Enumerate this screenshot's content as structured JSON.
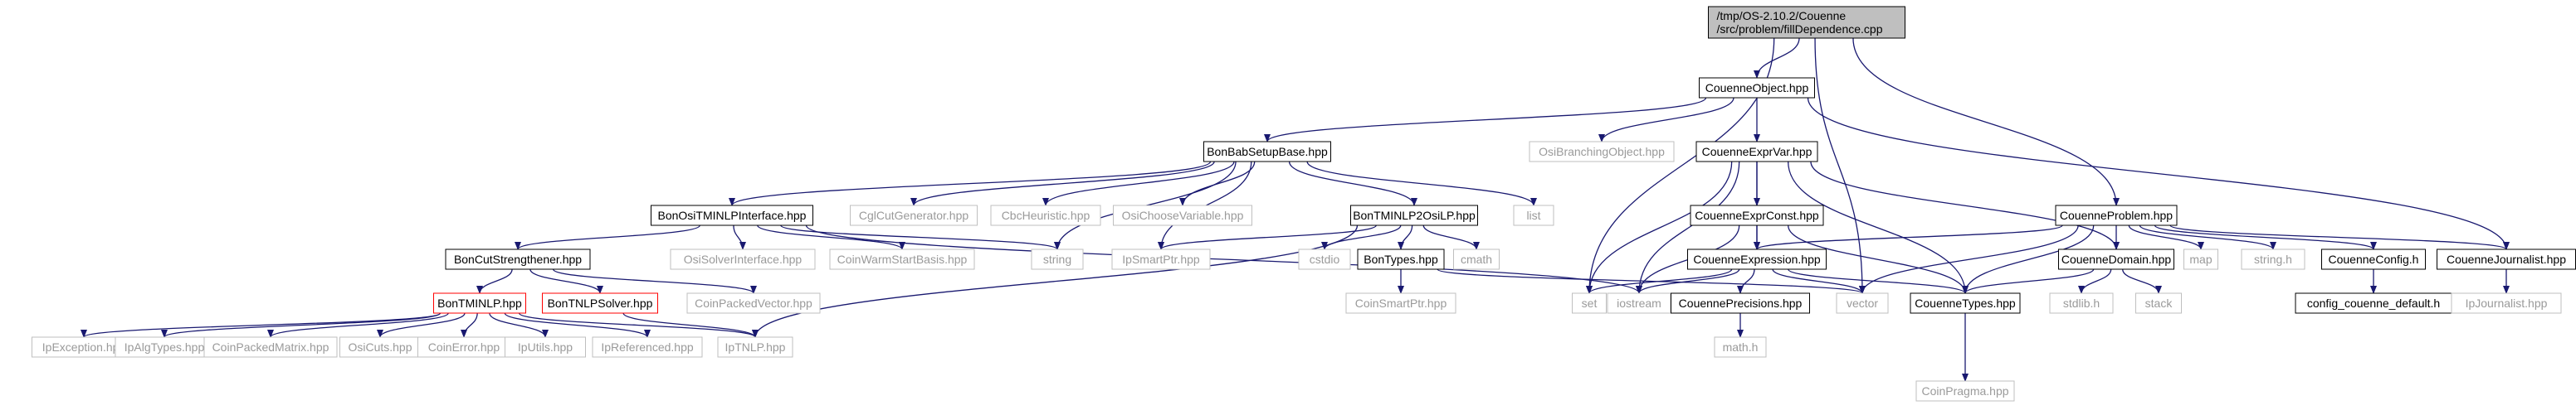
{
  "colors": {
    "edge": "#191970",
    "root_fill": "#bfbfbf",
    "node_border": "#000000",
    "external_border": "#bfbfbf",
    "external_text": "#9a9a9a",
    "truncated_border": "#ff0000",
    "node_fill": "#ffffff"
  },
  "nodes": [
    {
      "id": "root",
      "lines": [
        "/tmp/OS-2.10.2/Couenne",
        "/src/problem/fillDependence.cpp"
      ],
      "kind": "root"
    },
    {
      "id": "CouenneObject",
      "lines": [
        "CouenneObject.hpp"
      ],
      "kind": "doc"
    },
    {
      "id": "BonBabSetupBase",
      "lines": [
        "BonBabSetupBase.hpp"
      ],
      "kind": "doc"
    },
    {
      "id": "OsiBranchingObject",
      "lines": [
        "OsiBranchingObject.hpp"
      ],
      "kind": "ext"
    },
    {
      "id": "CouenneExprVar",
      "lines": [
        "CouenneExprVar.hpp"
      ],
      "kind": "doc"
    },
    {
      "id": "CouenneProblem",
      "lines": [
        "CouenneProblem.hpp"
      ],
      "kind": "doc"
    },
    {
      "id": "BonOsiTMINLPInterface",
      "lines": [
        "BonOsiTMINLPInterface.hpp"
      ],
      "kind": "doc"
    },
    {
      "id": "CglCutGenerator",
      "lines": [
        "CglCutGenerator.hpp"
      ],
      "kind": "ext"
    },
    {
      "id": "CbcHeuristic",
      "lines": [
        "CbcHeuristic.hpp"
      ],
      "kind": "ext"
    },
    {
      "id": "OsiChooseVariable",
      "lines": [
        "OsiChooseVariable.hpp"
      ],
      "kind": "ext"
    },
    {
      "id": "BonTMINLP2OsiLP",
      "lines": [
        "BonTMINLP2OsiLP.hpp"
      ],
      "kind": "doc"
    },
    {
      "id": "list",
      "lines": [
        "list"
      ],
      "kind": "ext"
    },
    {
      "id": "CouenneExprConst",
      "lines": [
        "CouenneExprConst.hpp"
      ],
      "kind": "doc"
    },
    {
      "id": "BonCutStrengthener",
      "lines": [
        "BonCutStrengthener.hpp"
      ],
      "kind": "doc"
    },
    {
      "id": "OsiSolverInterface",
      "lines": [
        "OsiSolverInterface.hpp"
      ],
      "kind": "ext"
    },
    {
      "id": "CoinWarmStartBasis",
      "lines": [
        "CoinWarmStartBasis.hpp"
      ],
      "kind": "ext"
    },
    {
      "id": "string",
      "lines": [
        "string"
      ],
      "kind": "ext"
    },
    {
      "id": "IpSmartPtr",
      "lines": [
        "IpSmartPtr.hpp"
      ],
      "kind": "ext"
    },
    {
      "id": "cstdio",
      "lines": [
        "cstdio"
      ],
      "kind": "ext"
    },
    {
      "id": "BonTypes",
      "lines": [
        "BonTypes.hpp"
      ],
      "kind": "doc"
    },
    {
      "id": "cmath",
      "lines": [
        "cmath"
      ],
      "kind": "ext"
    },
    {
      "id": "CouenneExpression",
      "lines": [
        "CouenneExpression.hpp"
      ],
      "kind": "doc"
    },
    {
      "id": "CouenneDomain",
      "lines": [
        "CouenneDomain.hpp"
      ],
      "kind": "doc"
    },
    {
      "id": "map",
      "lines": [
        "map"
      ],
      "kind": "ext"
    },
    {
      "id": "stringh",
      "lines": [
        "string.h"
      ],
      "kind": "ext"
    },
    {
      "id": "CouenneConfig",
      "lines": [
        "CouenneConfig.h"
      ],
      "kind": "doc"
    },
    {
      "id": "CouenneJournalist",
      "lines": [
        "CouenneJournalist.hpp"
      ],
      "kind": "doc"
    },
    {
      "id": "BonTMINLP",
      "lines": [
        "BonTMINLP.hpp"
      ],
      "kind": "trunc"
    },
    {
      "id": "BonTNLPSolver",
      "lines": [
        "BonTNLPSolver.hpp"
      ],
      "kind": "trunc"
    },
    {
      "id": "CoinPackedVector",
      "lines": [
        "CoinPackedVector.hpp"
      ],
      "kind": "ext"
    },
    {
      "id": "CoinSmartPtr",
      "lines": [
        "CoinSmartPtr.hpp"
      ],
      "kind": "ext"
    },
    {
      "id": "set",
      "lines": [
        "set"
      ],
      "kind": "ext"
    },
    {
      "id": "iostream",
      "lines": [
        "iostream"
      ],
      "kind": "ext"
    },
    {
      "id": "CouennePrecisions",
      "lines": [
        "CouennePrecisions.hpp"
      ],
      "kind": "doc"
    },
    {
      "id": "vector",
      "lines": [
        "vector"
      ],
      "kind": "ext"
    },
    {
      "id": "CouenneTypes",
      "lines": [
        "CouenneTypes.hpp"
      ],
      "kind": "doc"
    },
    {
      "id": "stdlibh",
      "lines": [
        "stdlib.h"
      ],
      "kind": "ext"
    },
    {
      "id": "stack",
      "lines": [
        "stack"
      ],
      "kind": "ext"
    },
    {
      "id": "config_couenne_default",
      "lines": [
        "config_couenne_default.h"
      ],
      "kind": "doc"
    },
    {
      "id": "IpJournalist",
      "lines": [
        "IpJournalist.hpp"
      ],
      "kind": "ext"
    },
    {
      "id": "IpException",
      "lines": [
        "IpException.hpp"
      ],
      "kind": "ext"
    },
    {
      "id": "IpAlgTypes",
      "lines": [
        "IpAlgTypes.hpp"
      ],
      "kind": "ext"
    },
    {
      "id": "CoinPackedMatrix",
      "lines": [
        "CoinPackedMatrix.hpp"
      ],
      "kind": "ext"
    },
    {
      "id": "OsiCuts",
      "lines": [
        "OsiCuts.hpp"
      ],
      "kind": "ext"
    },
    {
      "id": "CoinError",
      "lines": [
        "CoinError.hpp"
      ],
      "kind": "ext"
    },
    {
      "id": "IpUtils",
      "lines": [
        "IpUtils.hpp"
      ],
      "kind": "ext"
    },
    {
      "id": "IpReferenced",
      "lines": [
        "IpReferenced.hpp"
      ],
      "kind": "ext"
    },
    {
      "id": "IpTNLP",
      "lines": [
        "IpTNLP.hpp"
      ],
      "kind": "ext"
    },
    {
      "id": "mathh",
      "lines": [
        "math.h"
      ],
      "kind": "ext"
    },
    {
      "id": "CoinPragma",
      "lines": [
        "CoinPragma.hpp"
      ],
      "kind": "ext"
    }
  ],
  "edges": [
    [
      "root",
      "CouenneObject"
    ],
    [
      "root",
      "CouenneProblem"
    ],
    [
      "root",
      "set"
    ],
    [
      "root",
      "vector"
    ],
    [
      "CouenneObject",
      "BonBabSetupBase"
    ],
    [
      "CouenneObject",
      "OsiBranchingObject"
    ],
    [
      "CouenneObject",
      "CouenneExprVar"
    ],
    [
      "CouenneObject",
      "CouenneJournalist"
    ],
    [
      "BonBabSetupBase",
      "BonOsiTMINLPInterface"
    ],
    [
      "BonBabSetupBase",
      "CglCutGenerator"
    ],
    [
      "BonBabSetupBase",
      "CbcHeuristic"
    ],
    [
      "BonBabSetupBase",
      "OsiChooseVariable"
    ],
    [
      "BonBabSetupBase",
      "BonTMINLP2OsiLP"
    ],
    [
      "BonBabSetupBase",
      "list"
    ],
    [
      "BonBabSetupBase",
      "string"
    ],
    [
      "BonBabSetupBase",
      "IpSmartPtr"
    ],
    [
      "BonOsiTMINLPInterface",
      "BonCutStrengthener"
    ],
    [
      "BonOsiTMINLPInterface",
      "OsiSolverInterface"
    ],
    [
      "BonOsiTMINLPInterface",
      "CoinWarmStartBasis"
    ],
    [
      "BonOsiTMINLPInterface",
      "string"
    ],
    [
      "BonOsiTMINLPInterface",
      "iostream"
    ],
    [
      "BonCutStrengthener",
      "BonTMINLP"
    ],
    [
      "BonCutStrengthener",
      "BonTNLPSolver"
    ],
    [
      "BonCutStrengthener",
      "CoinPackedVector"
    ],
    [
      "BonTMINLP",
      "IpException"
    ],
    [
      "BonTMINLP",
      "IpAlgTypes"
    ],
    [
      "BonTMINLP",
      "CoinPackedMatrix"
    ],
    [
      "BonTMINLP",
      "OsiCuts"
    ],
    [
      "BonTMINLP",
      "CoinError"
    ],
    [
      "BonTMINLP",
      "IpUtils"
    ],
    [
      "BonTMINLP",
      "IpReferenced"
    ],
    [
      "BonTMINLP",
      "IpTNLP"
    ],
    [
      "BonTNLPSolver",
      "IpTNLP"
    ],
    [
      "BonTMINLP2OsiLP",
      "IpSmartPtr"
    ],
    [
      "BonTMINLP2OsiLP",
      "cstdio"
    ],
    [
      "BonTMINLP2OsiLP",
      "BonTypes"
    ],
    [
      "BonTMINLP2OsiLP",
      "cmath"
    ],
    [
      "BonTMINLP2OsiLP",
      "IpTNLP"
    ],
    [
      "BonTypes",
      "CoinSmartPtr"
    ],
    [
      "BonTypes",
      "vector"
    ],
    [
      "CouenneExprVar",
      "CouenneExprConst"
    ],
    [
      "CouenneExprVar",
      "CouenneExpression"
    ],
    [
      "CouenneExprVar",
      "CouenneTypes"
    ],
    [
      "CouenneExprVar",
      "CouenneDomain"
    ],
    [
      "CouenneExprVar",
      "set"
    ],
    [
      "CouenneExprVar",
      "iostream"
    ],
    [
      "CouenneExprConst",
      "CouenneExpression"
    ],
    [
      "CouenneExprConst",
      "iostream"
    ],
    [
      "CouenneExprConst",
      "CouenneTypes"
    ],
    [
      "CouenneExpression",
      "set"
    ],
    [
      "CouenneExpression",
      "iostream"
    ],
    [
      "CouenneExpression",
      "CouennePrecisions"
    ],
    [
      "CouenneExpression",
      "CouenneTypes"
    ],
    [
      "CouenneExpression",
      "vector"
    ],
    [
      "CouennePrecisions",
      "mathh"
    ],
    [
      "CouenneTypes",
      "CoinPragma"
    ],
    [
      "CouenneProblem",
      "CouenneExpression"
    ],
    [
      "CouenneProblem",
      "CouenneTypes"
    ],
    [
      "CouenneProblem",
      "CouenneDomain"
    ],
    [
      "CouenneProblem",
      "vector"
    ],
    [
      "CouenneProblem",
      "map"
    ],
    [
      "CouenneProblem",
      "stringh"
    ],
    [
      "CouenneProblem",
      "CouenneConfig"
    ],
    [
      "CouenneProblem",
      "CouenneJournalist"
    ],
    [
      "CouenneDomain",
      "CouenneTypes"
    ],
    [
      "CouenneDomain",
      "stdlibh"
    ],
    [
      "CouenneDomain",
      "stack"
    ],
    [
      "CouenneConfig",
      "config_couenne_default"
    ],
    [
      "CouenneJournalist",
      "IpJournalist"
    ]
  ]
}
